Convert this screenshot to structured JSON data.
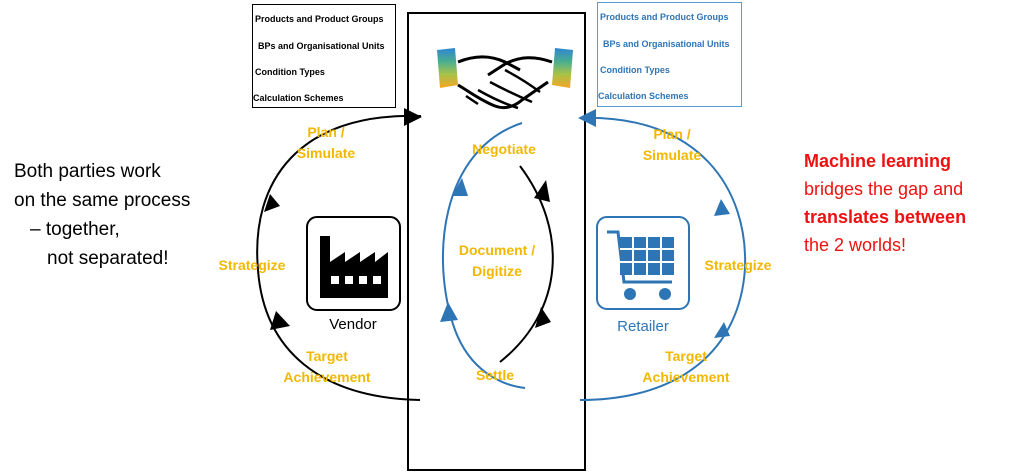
{
  "vendor_box": {
    "items": [
      "Products and Product Groups",
      "BPs and Organisational Units",
      "Condition Types",
      "Calculation Schemes"
    ]
  },
  "retailer_box": {
    "items": [
      "Products and Product Groups",
      "BPs and Organisational Units",
      "Condition Types",
      "Calculation Schemes"
    ]
  },
  "stages": {
    "left_plan": "Plan /\nSimulate",
    "left_strategize": "Strategize",
    "left_target": "Target\nAchievement",
    "negotiate": "Negotiate",
    "document": "Document /\nDigitize",
    "settle": "Settle",
    "right_plan": "Plan /\nSimulate",
    "right_strategize": "Strategize",
    "right_target": "Target\nAchievement"
  },
  "parties": {
    "vendor": "Vendor",
    "retailer": "Retailer"
  },
  "left_note": {
    "line1": "Both parties work",
    "line2": "on the same process",
    "line3": "– together,",
    "line4": "not separated!"
  },
  "right_note": {
    "part1": "Machine learning",
    "part2": "bridges the gap and",
    "part3": "translates between",
    "part4": "the 2 worlds!"
  },
  "colors": {
    "vendor_cycle": "#000000",
    "retailer_cycle": "#2e75b6",
    "stage_label": "#f2b800",
    "highlight": "#ee1111"
  },
  "icons": {
    "vendor": "factory-icon",
    "retailer": "shopping-cart-icon",
    "center": "handshake-icon"
  }
}
